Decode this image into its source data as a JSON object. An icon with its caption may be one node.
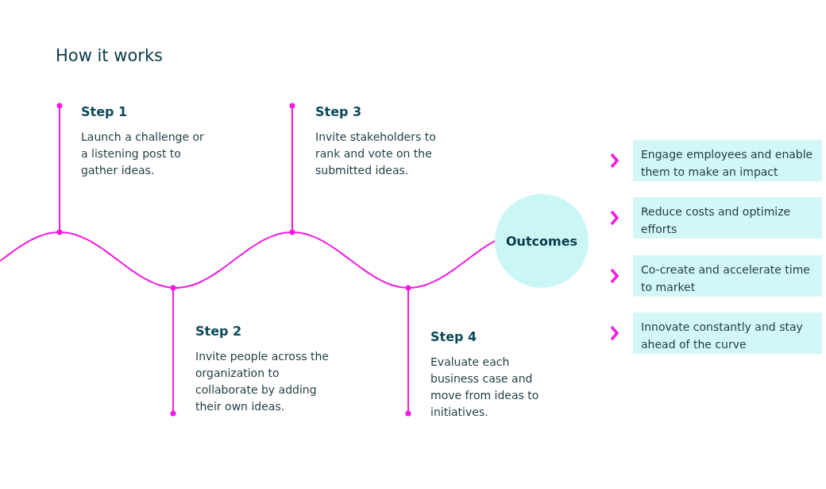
{
  "diagram": {
    "title": "How it works",
    "nodes": [
      {
        "text": [
          "Step 1",
          "Launch a challenge or a listening post to gather ideas."
        ]
      },
      {
        "text": [
          "Step 3",
          "Invite stakeholders to rank and vote on the submitted ideas."
        ]
      },
      {
        "text": [
          "Step 2",
          "Invite people across the organization to collaborate by adding their own ideas."
        ]
      },
      {
        "text": [
          "Step 4",
          "Evaluate each business case and move from ideas to initiatives."
        ]
      },
      {
        "text": [
          "Outcomes"
        ]
      },
      {
        "text": [
          "Engage employees and enable them to make an impact"
        ]
      },
      {
        "text": [
          "Reduce costs and optimize efforts"
        ]
      },
      {
        "text": [
          "Co-create and accelerate time to market"
        ]
      },
      {
        "text": [
          "Innovate constantly and stay ahead of the curve"
        ]
      }
    ],
    "edges": [
      {
        "from": null,
        "to": 4,
        "arrow": "none"
      }
    ]
  }
}
